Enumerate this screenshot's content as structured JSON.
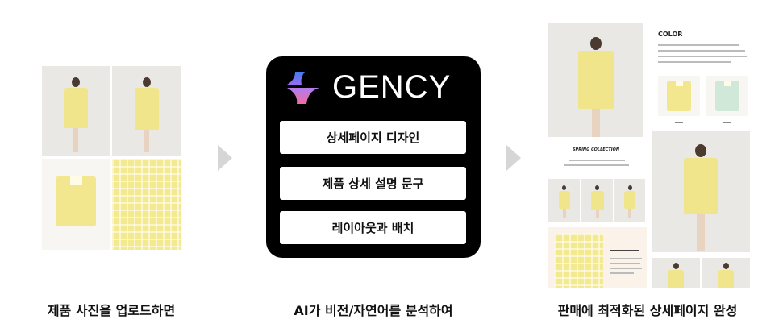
{
  "steps": [
    {
      "caption": "제품 사진을 업로드하면"
    },
    {
      "caption": "AI가 비전/자연어를 분석하여"
    },
    {
      "caption": "판매에 최적화된 상세페이지 완성"
    }
  ],
  "engine": {
    "logo_text": "GENCY",
    "buttons": [
      "상세페이지 디자인",
      "제품 상세 설명 문구",
      "레이아웃과 배치"
    ]
  },
  "detail_page": {
    "color_heading": "COLOR",
    "collection_heading": "SPRING COLLECTION"
  },
  "colors": {
    "box": "#000000",
    "arrow": "#d6d6d6",
    "product": "#f2e68e",
    "logo_gradient": [
      "#3f7cf5",
      "#9a6cf0",
      "#f06ea0"
    ]
  }
}
